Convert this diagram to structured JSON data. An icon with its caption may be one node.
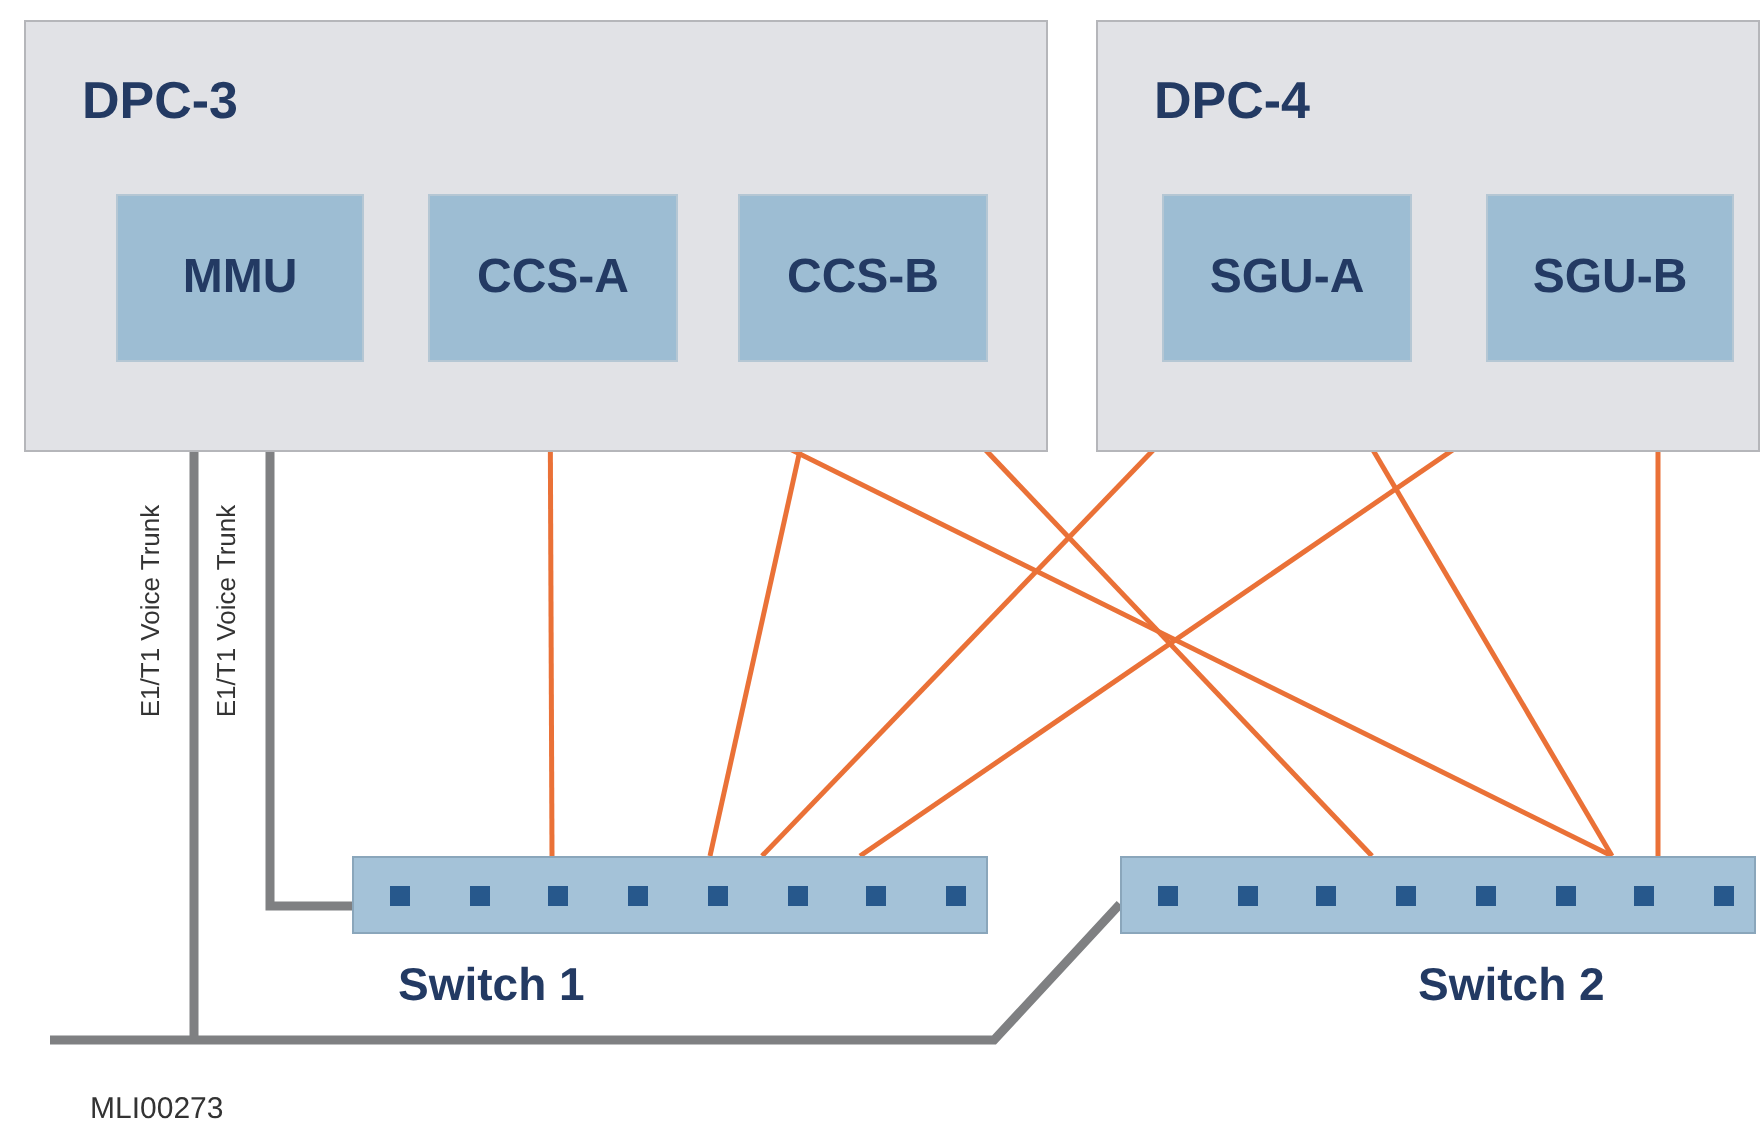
{
  "diagram": {
    "nodes": [
      {
        "text": [
          "DPC-3"
        ]
      },
      {
        "text": [
          "MMU"
        ],
        "in": 0
      },
      {
        "text": [
          "CCS-A"
        ],
        "in": 0
      },
      {
        "text": [
          "CCS-B"
        ],
        "in": 0
      },
      {
        "text": [
          "DPC-4"
        ]
      },
      {
        "text": [
          "SGU-A"
        ],
        "in": 4
      },
      {
        "text": [
          "SGU-B"
        ],
        "in": 4
      },
      {
        "text": [
          "Switch 1"
        ]
      },
      {
        "text": [
          "Switch 2"
        ]
      }
    ],
    "edges": [
      {
        "from": 1,
        "to": 7,
        "arrow": "none",
        "label": "E1/T1 Voice Trunk",
        "style": "thick",
        "color": "#7f8082"
      },
      {
        "from": 1,
        "to": 8,
        "arrow": "none",
        "label": "E1/T1 Voice Trunk",
        "style": "thick",
        "color": "#7f8082"
      },
      {
        "from": 2,
        "to": 7,
        "arrow": "none"
      },
      {
        "from": 2,
        "to": 8,
        "arrow": "none"
      },
      {
        "from": 3,
        "to": 7,
        "arrow": "none"
      },
      {
        "from": 3,
        "to": 8,
        "arrow": "none"
      },
      {
        "from": 5,
        "to": 7,
        "arrow": "none"
      },
      {
        "from": 5,
        "to": 8,
        "arrow": "none"
      },
      {
        "from": 6,
        "to": 7,
        "arrow": "none"
      },
      {
        "from": 6,
        "to": 8,
        "arrow": "none"
      }
    ],
    "labels": [
      "MLI00273"
    ]
  }
}
